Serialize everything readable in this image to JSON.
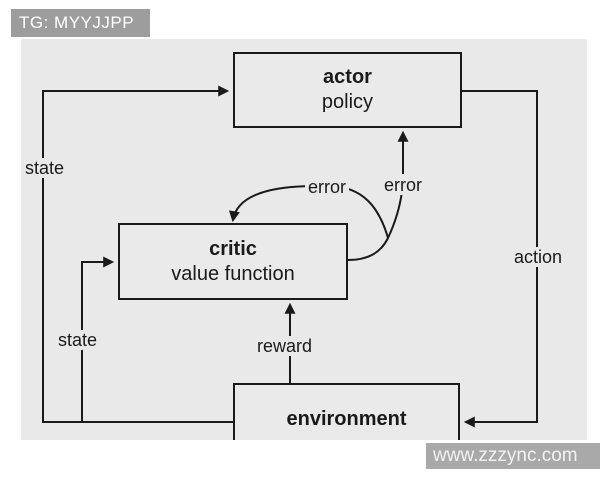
{
  "badge": {
    "label": "TG: MYYJJPP"
  },
  "watermark": {
    "label": "www.zzzync.com"
  },
  "diagram": {
    "type": "actor-critic reinforcement learning block diagram",
    "nodes": {
      "actor": {
        "title": "actor",
        "subtitle": "policy"
      },
      "critic": {
        "title": "critic",
        "subtitle": "value function"
      },
      "environment": {
        "title": "environment"
      }
    },
    "edges": {
      "state_to_actor": "state",
      "state_to_critic": "state",
      "action_to_environment": "action",
      "reward_to_critic": "reward",
      "error_to_actor": "error",
      "error_to_critic": "error"
    },
    "colors": {
      "canvas_background": "#e9e9e9",
      "line": "#1a1a1a",
      "badge_background": "#9d9d9d",
      "watermark_background": "#a9a9a9",
      "text": "#1a1a1a"
    }
  }
}
